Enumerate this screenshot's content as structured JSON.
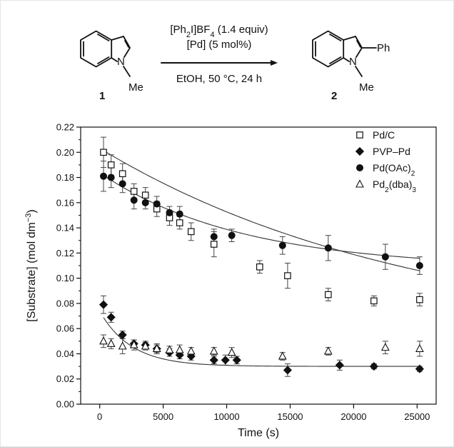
{
  "scheme": {
    "reagent_line1_pre": "[Ph",
    "reagent_line1_sub1": "2",
    "reagent_line1_mid": "I]BF",
    "reagent_line1_sub2": "4",
    "reagent_line1_post": " (1.4 equiv)",
    "reagent_line2": "[Pd] (5 mol%)",
    "conditions": "EtOH, 50 °C, 24 h",
    "substrate_number": "1",
    "product_number": "2",
    "substrate_nsub": "Me",
    "product_nsub": "Me",
    "product_group": "Ph",
    "n_atom": "N"
  },
  "chart_data": {
    "type": "scatter",
    "xlabel": "Time (s)",
    "ylabel_pre": "[Substrate] (mol dm",
    "ylabel_sup": "−3",
    "ylabel_post": ")",
    "xlim": [
      -1500,
      26500
    ],
    "ylim": [
      0,
      0.22
    ],
    "xticks": [
      0,
      5000,
      10000,
      15000,
      20000,
      25000
    ],
    "yticks": [
      0.0,
      0.02,
      0.04,
      0.06,
      0.08,
      0.1,
      0.12,
      0.14,
      0.16,
      0.18,
      0.2,
      0.22
    ],
    "legend_position": "top-right",
    "series": [
      {
        "name": "Pd/C",
        "label_main": "Pd/C",
        "label_sub": "",
        "label_tail": "",
        "marker": "square-open",
        "x": [
          300,
          900,
          1800,
          2700,
          3600,
          4500,
          5500,
          6300,
          7200,
          9000,
          12600,
          14800,
          18000,
          21600,
          25200
        ],
        "y": [
          0.2,
          0.19,
          0.183,
          0.169,
          0.166,
          0.155,
          0.148,
          0.144,
          0.137,
          0.127,
          0.109,
          0.102,
          0.087,
          0.082,
          0.083
        ],
        "err": [
          0.012,
          0.008,
          0.008,
          0.006,
          0.006,
          0.006,
          0.006,
          0.005,
          0.007,
          0.01,
          0.005,
          0.01,
          0.005,
          0.004,
          0.005
        ],
        "fit": {
          "a": 0.1532,
          "k": 4e-05,
          "c": 0.05
        }
      },
      {
        "name": "PVP–Pd",
        "label_main": "PVP–Pd",
        "label_sub": "",
        "label_tail": "",
        "marker": "diamond-filled",
        "x": [
          300,
          900,
          1800,
          2700,
          3600,
          4500,
          5500,
          6300,
          7200,
          9000,
          9900,
          10800,
          14800,
          18900,
          21600,
          25200
        ],
        "y": [
          0.079,
          0.069,
          0.055,
          0.048,
          0.047,
          0.044,
          0.041,
          0.039,
          0.038,
          0.035,
          0.035,
          0.035,
          0.027,
          0.031,
          0.03,
          0.028
        ],
        "err": [
          0.007,
          0.004,
          0.003,
          0.003,
          0.003,
          0.003,
          0.003,
          0.003,
          0.003,
          0.003,
          0.004,
          0.003,
          0.005,
          0.004,
          0.002,
          0.002
        ],
        "fit": {
          "a": 0.0437,
          "k": 0.0004,
          "c": 0.03
        }
      },
      {
        "name": "Pd(OAc)2",
        "label_main": "Pd(OAc)",
        "label_sub": "2",
        "label_tail": "",
        "marker": "circle-filled",
        "x": [
          300,
          900,
          1800,
          2700,
          3600,
          4500,
          5500,
          6300,
          9000,
          10400,
          14400,
          18000,
          22500,
          25200
        ],
        "y": [
          0.181,
          0.18,
          0.175,
          0.162,
          0.16,
          0.159,
          0.152,
          0.151,
          0.133,
          0.134,
          0.126,
          0.124,
          0.117,
          0.11
        ],
        "err": [
          0.012,
          0.008,
          0.007,
          0.007,
          0.005,
          0.006,
          0.005,
          0.006,
          0.006,
          0.005,
          0.007,
          0.01,
          0.01,
          0.007
        ],
        "fit": {
          "a": 0.0757,
          "k": 9e-05,
          "c": 0.108
        }
      },
      {
        "name": "Pd2(dba)3",
        "label_main": "Pd",
        "label_sub": "2",
        "label_tail": "(dba)3",
        "marker": "triangle-open",
        "x": [
          300,
          900,
          1800,
          2700,
          3600,
          4500,
          5500,
          6300,
          7200,
          9000,
          10400,
          14400,
          18000,
          22500,
          25200
        ],
        "y": [
          0.05,
          0.048,
          0.046,
          0.047,
          0.046,
          0.044,
          0.043,
          0.043,
          0.042,
          0.042,
          0.041,
          0.038,
          0.042,
          0.045,
          0.044
        ],
        "err": [
          0.005,
          0.004,
          0.006,
          0.004,
          0.003,
          0.004,
          0.003,
          0.004,
          0.003,
          0.003,
          0.004,
          0.003,
          0.003,
          0.005,
          0.006
        ]
      }
    ]
  }
}
